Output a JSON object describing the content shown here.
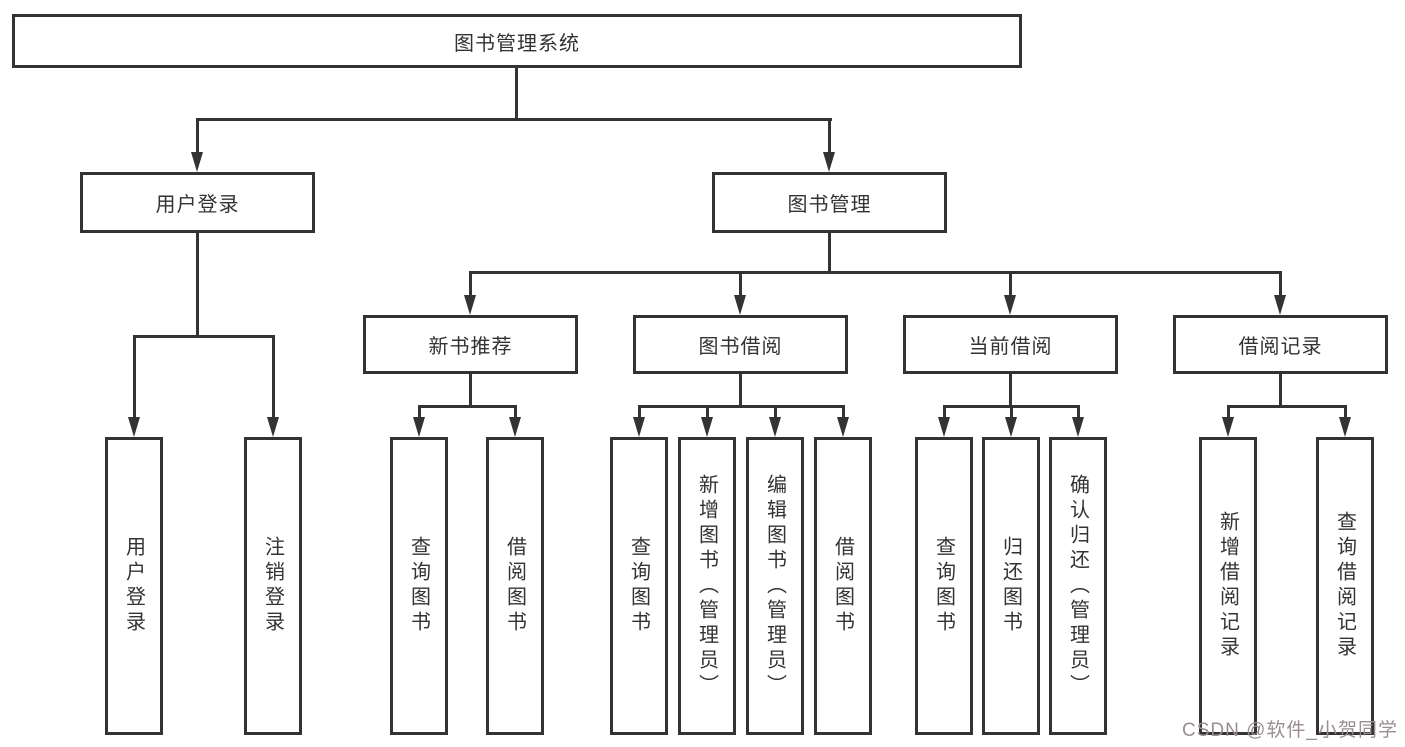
{
  "diagram": {
    "title": "图书管理系统",
    "level1": [
      {
        "label": "用户登录"
      },
      {
        "label": "图书管理"
      }
    ],
    "level2": [
      {
        "label": "新书推荐"
      },
      {
        "label": "图书借阅"
      },
      {
        "label": "当前借阅"
      },
      {
        "label": "借阅记录"
      }
    ],
    "leaves": [
      {
        "label": "用户登录"
      },
      {
        "label": "注销登录"
      },
      {
        "label": "查询图书"
      },
      {
        "label": "借阅图书"
      },
      {
        "label": "查询图书"
      },
      {
        "label": "新增图书（管理员）"
      },
      {
        "label": "编辑图书（管理员）"
      },
      {
        "label": "借阅图书"
      },
      {
        "label": "查询图书"
      },
      {
        "label": "归还图书"
      },
      {
        "label": "确认归还（管理员）"
      },
      {
        "label": "新增借阅记录"
      },
      {
        "label": "查询借阅记录"
      }
    ]
  },
  "watermark": {
    "text": "CSDN @软件_小贺同学",
    "color": "#9a8e8e"
  },
  "colors": {
    "line": "#333333",
    "text": "#333333",
    "background": "#ffffff"
  }
}
